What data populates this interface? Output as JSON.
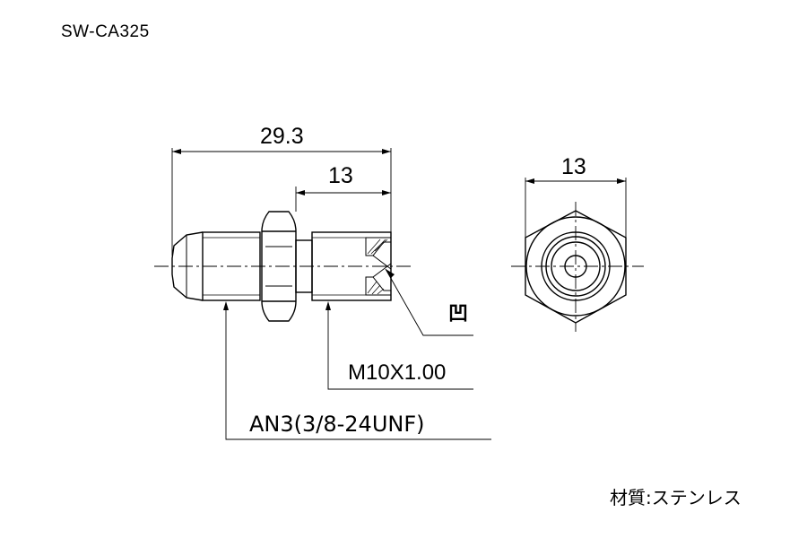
{
  "part_code": "SW-CA325",
  "material_label": "材質:ステンレス",
  "dimensions": {
    "overall_length": "29.3",
    "body_length": "13",
    "hex_width": "13"
  },
  "callouts": {
    "inner_thread": "M10X1.00",
    "outer_thread": "AN3(3/8-24UNF)",
    "surface_symbol": "凹"
  },
  "colors": {
    "line": "#000000",
    "background": "#ffffff"
  }
}
